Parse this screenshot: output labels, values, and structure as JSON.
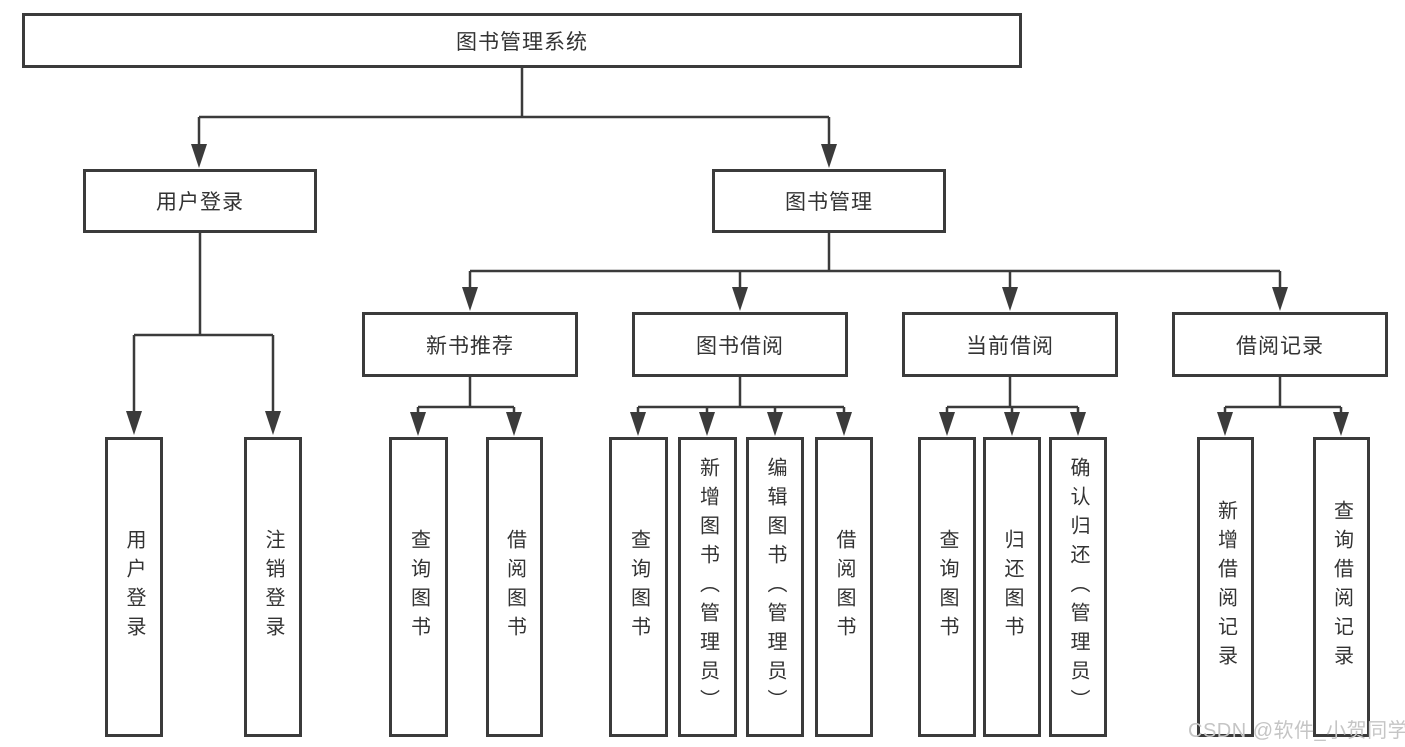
{
  "diagram": {
    "root": {
      "label": "图书管理系统"
    },
    "level2": [
      {
        "id": "user-login",
        "label": "用户登录"
      },
      {
        "id": "book-management",
        "label": "图书管理"
      }
    ],
    "level3": [
      {
        "id": "new-book-recommend",
        "label": "新书推荐"
      },
      {
        "id": "book-borrowing",
        "label": "图书借阅"
      },
      {
        "id": "current-borrowing",
        "label": "当前借阅"
      },
      {
        "id": "borrowing-records",
        "label": "借阅记录"
      }
    ],
    "leaves": [
      {
        "id": "user-login-leaf",
        "label": "用户登录"
      },
      {
        "id": "logout-leaf",
        "label": "注销登录"
      },
      {
        "id": "query-books-1",
        "label": "查询图书"
      },
      {
        "id": "borrow-books-1",
        "label": "借阅图书"
      },
      {
        "id": "query-books-2",
        "label": "查询图书"
      },
      {
        "id": "add-books-admin",
        "label": "新增图书（管理员）"
      },
      {
        "id": "edit-books-admin",
        "label": "编辑图书（管理员）"
      },
      {
        "id": "borrow-books-2",
        "label": "借阅图书"
      },
      {
        "id": "query-books-3",
        "label": "查询图书"
      },
      {
        "id": "return-books",
        "label": "归还图书"
      },
      {
        "id": "confirm-return-admin",
        "label": "确认归还（管理员）"
      },
      {
        "id": "add-borrow-record",
        "label": "新增借阅记录"
      },
      {
        "id": "query-borrow-record",
        "label": "查询借阅记录"
      }
    ]
  },
  "watermark": {
    "text": "CSDN @软件_小贺同学"
  },
  "colors": {
    "line": "#3b3b3b",
    "text": "#333333",
    "watermark": "#c5c5c5",
    "background": "#ffffff"
  }
}
